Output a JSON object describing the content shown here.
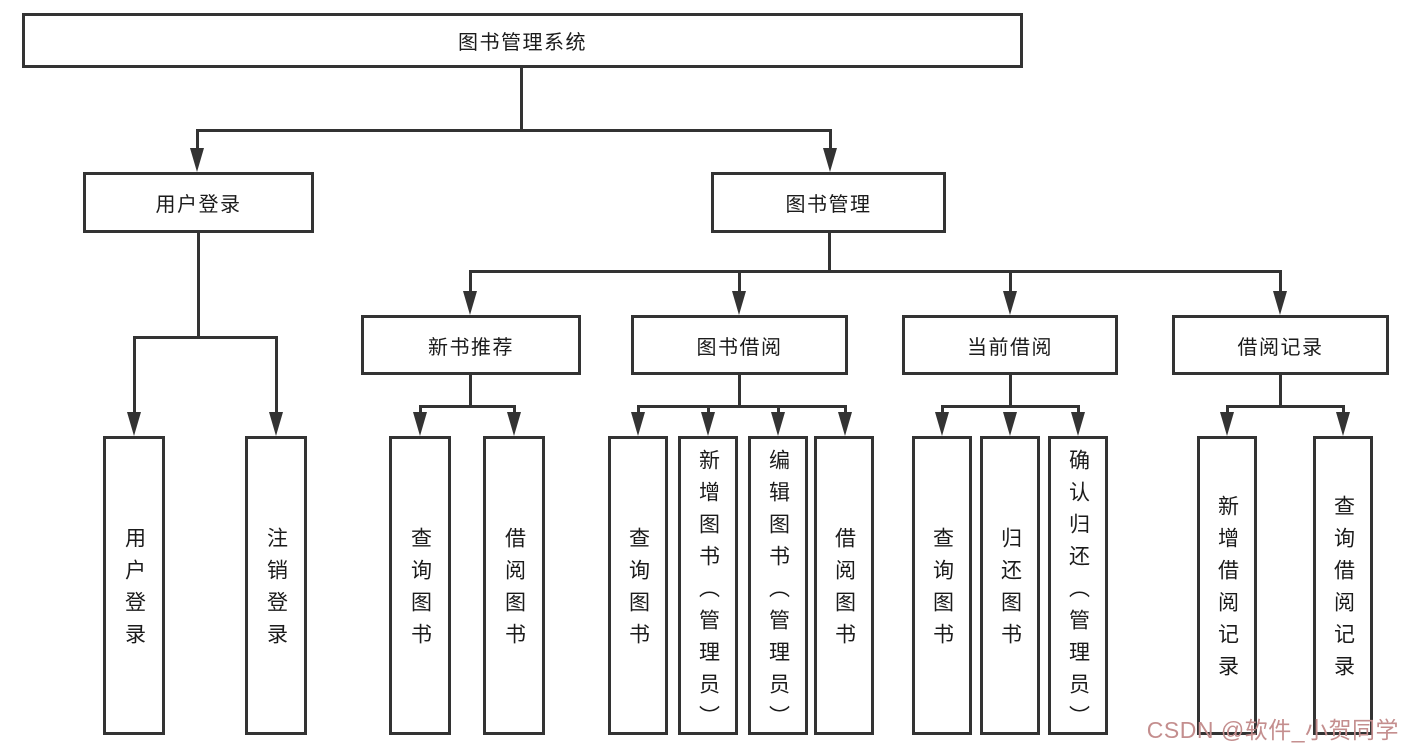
{
  "diagram": {
    "tree": {
      "root": {
        "label": "图书管理系统",
        "children": [
          {
            "label": "用户登录",
            "children": [
              {
                "label": "用户登录"
              },
              {
                "label": "注销登录"
              }
            ]
          },
          {
            "label": "图书管理",
            "children": [
              {
                "label": "新书推荐",
                "children": [
                  {
                    "label": "查询图书"
                  },
                  {
                    "label": "借阅图书"
                  }
                ]
              },
              {
                "label": "图书借阅",
                "children": [
                  {
                    "label": "查询图书"
                  },
                  {
                    "label": "新增图书（管理员）"
                  },
                  {
                    "label": "编辑图书（管理员）"
                  },
                  {
                    "label": "借阅图书"
                  }
                ]
              },
              {
                "label": "当前借阅",
                "children": [
                  {
                    "label": "查询图书"
                  },
                  {
                    "label": "归还图书"
                  },
                  {
                    "label": "确认归还（管理员）"
                  }
                ]
              },
              {
                "label": "借阅记录",
                "children": [
                  {
                    "label": "新增借阅记录"
                  },
                  {
                    "label": "查询借阅记录"
                  }
                ]
              }
            ]
          }
        ]
      }
    },
    "colors": {
      "line": "#333333",
      "text": "#1b1b1b",
      "background": "#ffffff",
      "watermark": "#c48e8e"
    },
    "watermark": {
      "text": "CSDN @软件_小贺同学"
    }
  }
}
